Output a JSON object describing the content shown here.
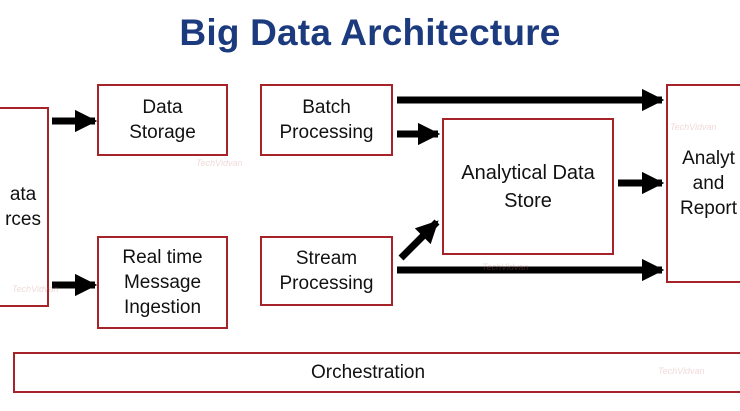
{
  "title": "Big Data Architecture",
  "nodes": {
    "data_sources": "ata\nrces",
    "data_storage": "Data\nStorage",
    "realtime_ingestion": "Real time\nMessage\nIngestion",
    "batch_processing": "Batch\nProcessing",
    "stream_processing": "Stream\nProcessing",
    "analytical_store": "Analytical Data\nStore",
    "analytics_reporting": "Analyt\nand\nReport",
    "orchestration": "Orchestration"
  },
  "watermark": "TechVidvan",
  "colors": {
    "title": "#1c3a7e",
    "border": "#a7232a",
    "arrow": "#000000"
  }
}
